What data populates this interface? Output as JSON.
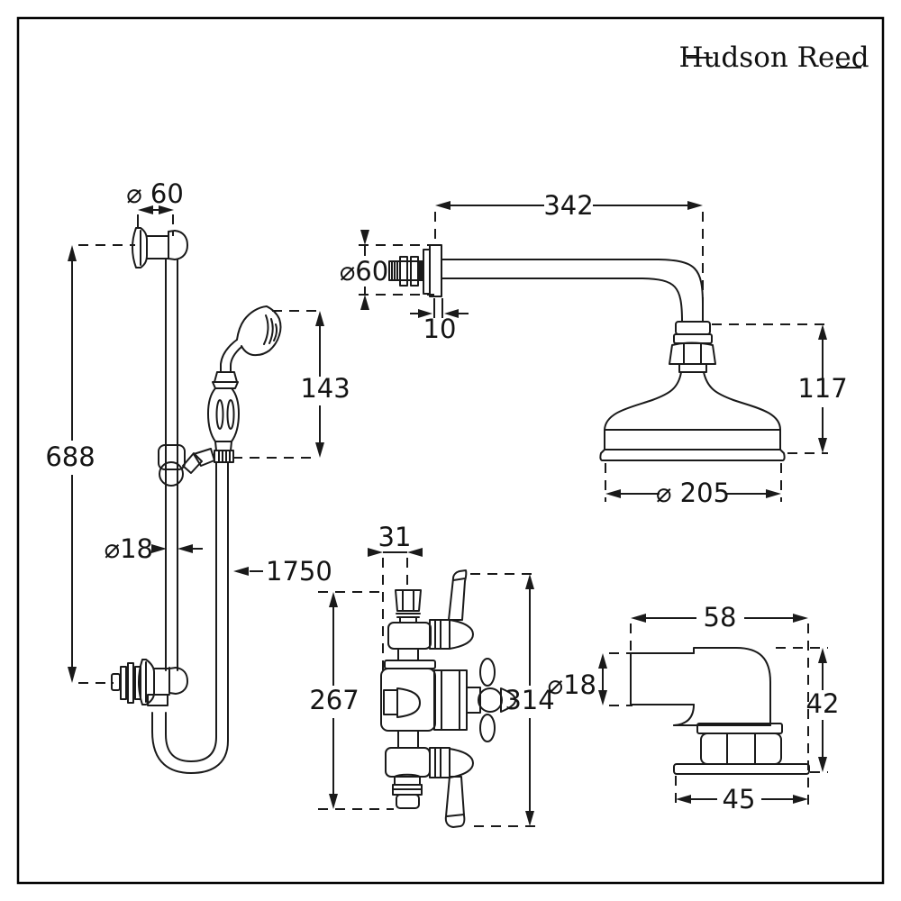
{
  "brand": {
    "logo_text": "Hudson Reed"
  },
  "colors": {
    "ink": "#1a1a1a",
    "background": "#ffffff"
  },
  "dimensions": {
    "slide_rail": {
      "bracket_diameter": "⌀ 60",
      "rail_height": "688",
      "handset_length": "143",
      "rail_diameter": "⌀18",
      "hose_length": "1750"
    },
    "shower_arm_head": {
      "arm_length": "342",
      "flange_diameter": "⌀60",
      "flange_depth": "10",
      "head_height": "117",
      "head_diameter": "⌀ 205"
    },
    "valve": {
      "inlet_depth": "31",
      "body_height": "267",
      "overall_height": "314"
    },
    "elbow": {
      "width": "58",
      "pipe_diameter": "⌀18",
      "height": "42",
      "base_width": "45"
    }
  }
}
